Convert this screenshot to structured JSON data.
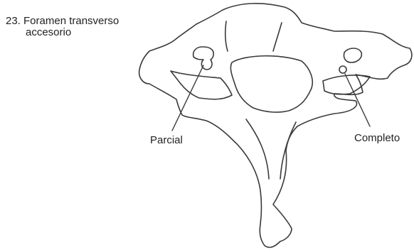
{
  "figure": {
    "title": "23. Foramen  transverso",
    "subtitle": "accesorio"
  },
  "labels": {
    "partial": "Parcial",
    "complete": "Completo"
  }
}
